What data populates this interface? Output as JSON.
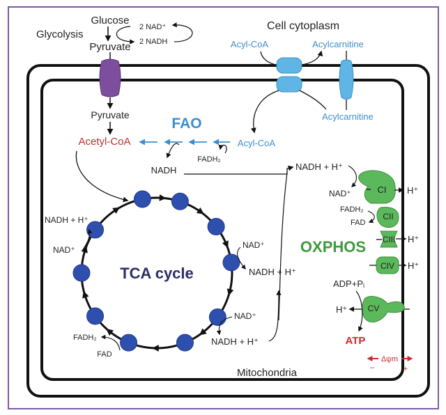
{
  "diagram": {
    "colors": {
      "frame": "#7a5aa8",
      "membrane": "#111111",
      "pyruvate_transporter": "#7d4e9e",
      "carnitine_transporter": "#5fb6e6",
      "complex": "#5bb85b",
      "tca_node": "#2f4fae",
      "fao_text": "#3d8fcb",
      "acetyl_coa_text": "#b8322f",
      "atp_text": "#cc2a2a",
      "oxphos_text": "#3d9a3d",
      "tca_text": "#2c2f66"
    },
    "cytoplasm": {
      "title": "Cell cytoplasm",
      "glycolysis": {
        "label": "Glycolysis",
        "glucose": "Glucose",
        "pyruvate": "Pyruvate",
        "nad_in": "2 NAD⁺",
        "nadh_out": "2 NADH"
      },
      "acyl_coa": "Acyl-CoA",
      "acylcarnitine_out": "Acylcarnitine"
    },
    "mitochondria": {
      "label": "Mitochondria",
      "pyruvate": "Pyruvate",
      "acetyl_coa": "Acetyl-CoA",
      "acylcarnitine_in": "Acylcarnitine",
      "fao": {
        "title": "FAO",
        "acyl_coa": "Acyl-CoA",
        "fadh2": "FADH₂",
        "nadh": "NADH"
      },
      "tca": {
        "title": "TCA cycle",
        "node_count": 10,
        "left_nadh": "NADH + H⁺",
        "left_nad": "NAD⁺",
        "right_nad_1": "NAD⁺",
        "right_nadh_1": "NADH + H⁺",
        "right_nad_2": "NAD⁺",
        "right_nadh_2": "NADH + H⁺",
        "fadh2": "FADH₂",
        "fad": "FAD"
      },
      "oxphos": {
        "title": "OXPHOS",
        "nadh_in": "NADH + H⁺",
        "nad_out": "NAD⁺",
        "fadh2": "FADH₂",
        "fad": "FAD",
        "adp": "ADP+Pᵢ",
        "atp": "ATP",
        "h_plus": "H⁺",
        "complexes": [
          "CI",
          "CII",
          "CIII",
          "CIV",
          "CV"
        ],
        "membrane_potential": "Δψm",
        "minus": "–",
        "plus": "+"
      }
    }
  }
}
